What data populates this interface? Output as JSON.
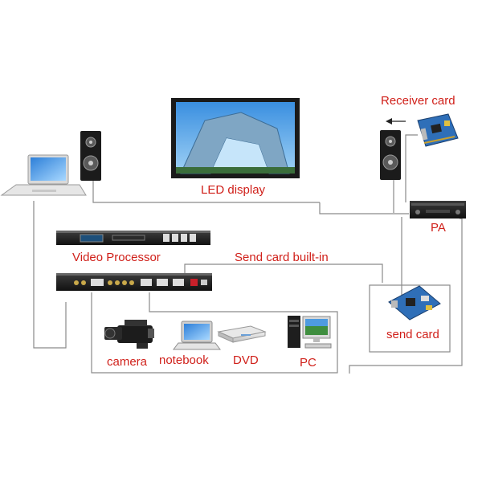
{
  "labels": {
    "receiver_card": "Receiver card",
    "led_display": "LED display",
    "pa": "PA",
    "video_processor": "Video Processor",
    "send_card_builtin": "Send card built-in",
    "send_card": "send card",
    "camera": "camera",
    "notebook": "notebook",
    "dvd": "DVD",
    "pc": "PC"
  },
  "colors": {
    "label": "#d0201a",
    "wire": "#8a8a8a"
  }
}
